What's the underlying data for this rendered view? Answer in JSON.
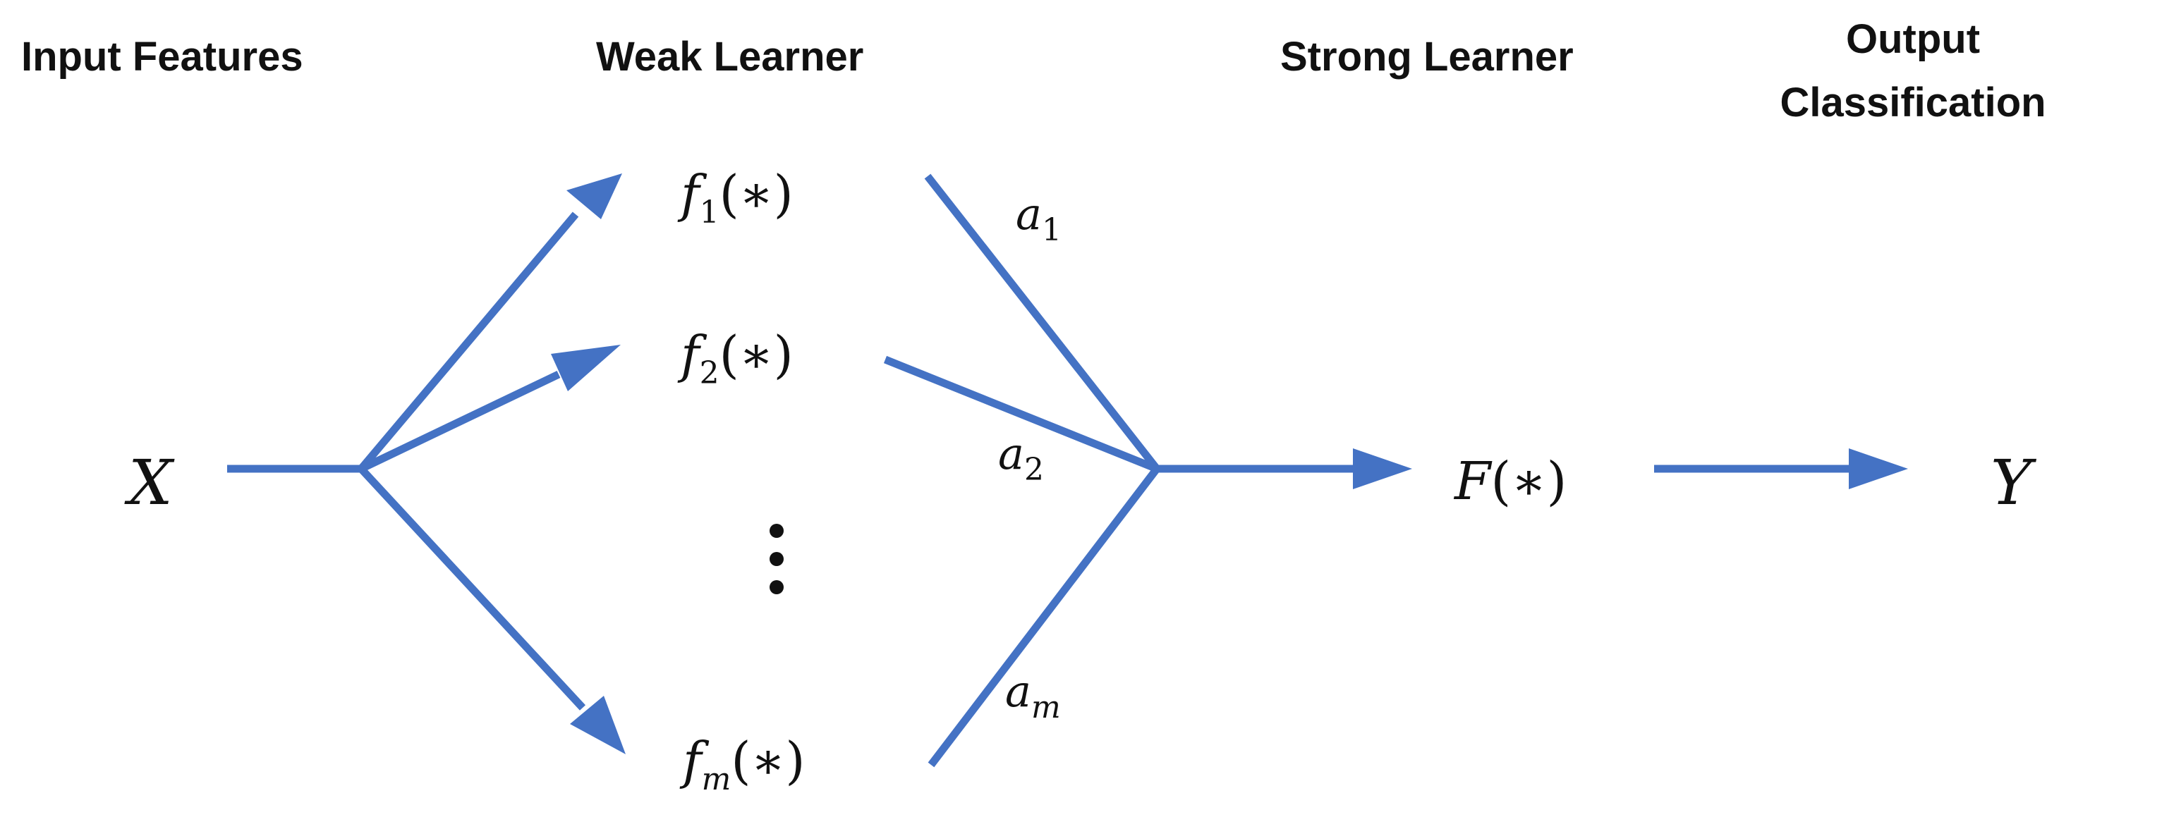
{
  "headers": {
    "input": "Input Features",
    "weak": "Weak Learner",
    "strong": "Strong Learner",
    "output_line1": "Output",
    "output_line2": "Classification"
  },
  "input_symbol": "X",
  "weak_learners": [
    {
      "name": "f",
      "index": "1",
      "arg": "(∗)"
    },
    {
      "name": "f",
      "index": "2",
      "arg": "(∗)"
    },
    {
      "name": "f",
      "index": "m",
      "arg": "(∗)"
    }
  ],
  "weights": [
    {
      "name": "a",
      "index": "1"
    },
    {
      "name": "a",
      "index": "2"
    },
    {
      "name": "a",
      "index": "m"
    }
  ],
  "strong_learner": {
    "name": "F",
    "arg": "(∗)"
  },
  "output_symbol": "Y",
  "colors": {
    "arrow": "#4472c4",
    "text": "#111111"
  }
}
